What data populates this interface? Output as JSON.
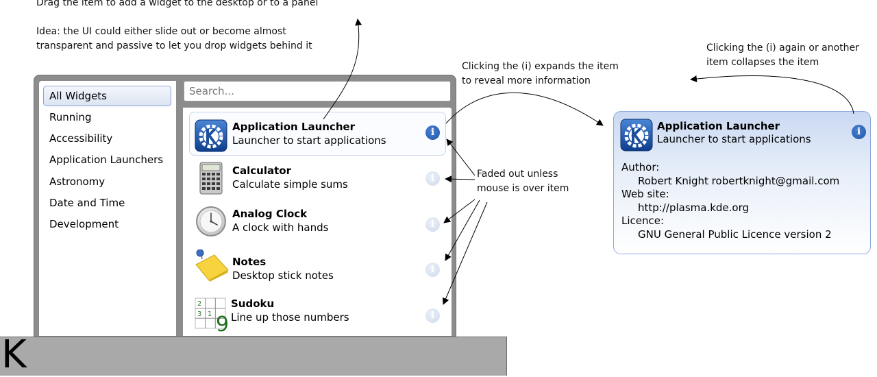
{
  "annotations": {
    "drag_note": "Drag the item to add a widget to the desktop or to a panel",
    "idea_line1": "Idea: the UI could either slide out or become almost",
    "idea_line2": "transparent and passive to let you drop widgets behind it",
    "expand_line1": "Clicking the (i) expands the item",
    "expand_line2": "to reveal more information",
    "collapse_line1": "Clicking the (i) again or another",
    "collapse_line2": "item collapses the item",
    "faded_line1": "Faded out unless",
    "faded_line2": "mouse is over item"
  },
  "sidebar": {
    "items": [
      {
        "label": "All Widgets"
      },
      {
        "label": "Running"
      },
      {
        "label": "Accessibility"
      },
      {
        "label": "Application Launchers"
      },
      {
        "label": "Astronomy"
      },
      {
        "label": "Date and Time"
      },
      {
        "label": "Development"
      }
    ],
    "selected": "All Widgets"
  },
  "search": {
    "placeholder": "Search..."
  },
  "widgets": [
    {
      "title": "Application Launcher",
      "description": "Launcher to start applications",
      "icon": "kde-launcher-icon",
      "info_state": "active"
    },
    {
      "title": "Calculator",
      "description": "Calculate simple sums",
      "icon": "calculator-icon",
      "info_state": "faded"
    },
    {
      "title": "Analog Clock",
      "description": "A clock with hands",
      "icon": "clock-icon",
      "info_state": "faded"
    },
    {
      "title": "Notes",
      "description": "Desktop stick notes",
      "icon": "sticky-note-icon",
      "info_state": "faded"
    },
    {
      "title": "Sudoku",
      "description": "Line up those numbers",
      "icon": "sudoku-icon",
      "info_state": "faded"
    }
  ],
  "sudoku_icon_digits": [
    "2",
    "3",
    "1",
    "9"
  ],
  "info_symbol": "i",
  "taskbar": {
    "menu_label": "K"
  },
  "detail": {
    "title": "Application Launcher",
    "description": "Launcher to start applications",
    "author_label": "Author:",
    "author_value": "Robert Knight robertknight@gmail.com",
    "website_label": "Web site:",
    "website_value": "http://plasma.kde.org",
    "licence_label": "Licence:",
    "licence_value": "GNU General Public Licence version 2"
  },
  "colors": {
    "window_frame": "#8c8c8c",
    "selection_border": "#8aa3d6",
    "info_active": "#1f57a6",
    "info_faded": "#cfdbea",
    "taskbar": "#a9a9a9",
    "detail_border": "#8fa6dc"
  }
}
